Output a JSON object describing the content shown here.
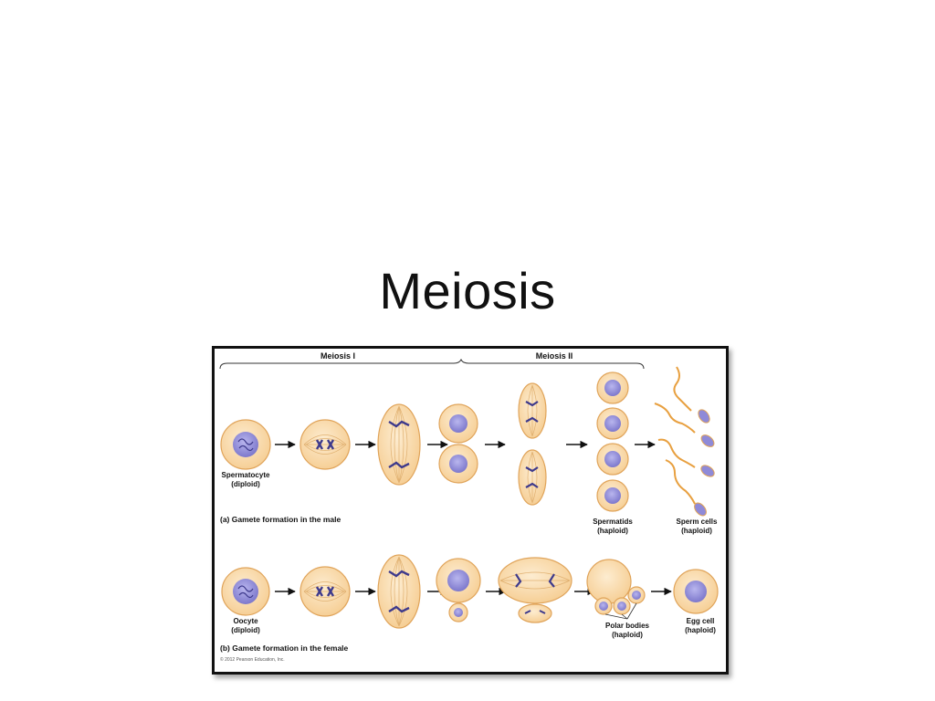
{
  "slide": {
    "title": "Meiosis"
  },
  "figure": {
    "header": {
      "meiosis1": "Meiosis I",
      "meiosis2": "Meiosis II"
    },
    "male": {
      "start_label": "Spermatocyte",
      "start_sub": "(diploid)",
      "mid_label": "Spermatids",
      "mid_sub": "(haploid)",
      "end_label": "Sperm cells",
      "end_sub": "(haploid)",
      "caption": "(a) Gamete formation in the male"
    },
    "female": {
      "start_label": "Oocyte",
      "start_sub": "(diploid)",
      "mid_label": "Polar bodies",
      "mid_sub": "(haploid)",
      "end_label": "Egg cell",
      "end_sub": "(haploid)",
      "caption": "(b) Gamete formation in the female"
    },
    "copyright": "© 2012 Pearson Education, Inc.",
    "colors": {
      "cell_fill": "#f8d9a8",
      "cell_inner": "#fbe6c4",
      "cell_stroke": "#e0a45a",
      "nucleus": "#8f8ad8",
      "chromosome": "#3e3a8c",
      "arrow": "#111111"
    }
  }
}
